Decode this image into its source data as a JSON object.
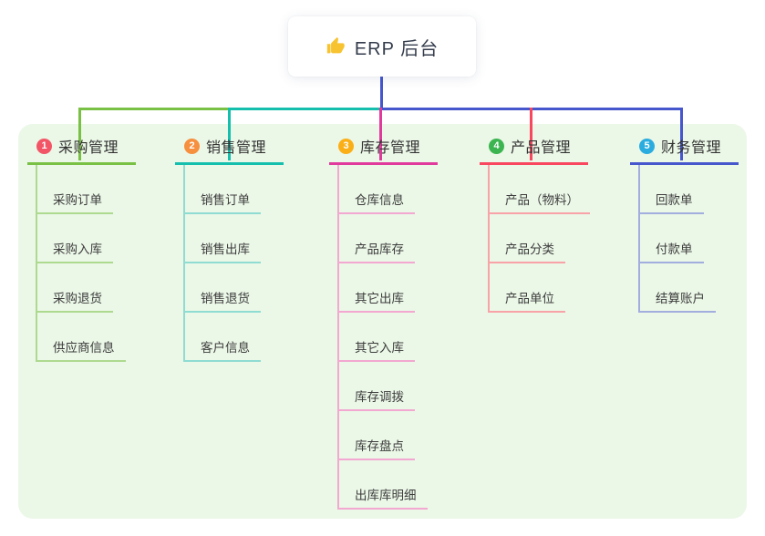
{
  "root": {
    "title": "ERP 后台",
    "icon": "thumbs-up-icon",
    "icon_color": "#f7c331"
  },
  "canvas": {
    "background": "#ffffff",
    "panel_color": "#ebf7e7"
  },
  "connector": {
    "trunk_color": "#4656cc"
  },
  "branches": [
    {
      "number": "1",
      "label": "采购管理",
      "badge_color": "#f25566",
      "line_color": "#79c144",
      "child_line_color": "#aeda90",
      "children": [
        "采购订单",
        "采购入库",
        "采购退货",
        "供应商信息"
      ]
    },
    {
      "number": "2",
      "label": "销售管理",
      "badge_color": "#f68f3e",
      "line_color": "#15bfae",
      "child_line_color": "#8fdcd2",
      "children": [
        "销售订单",
        "销售出库",
        "销售退货",
        "客户信息"
      ]
    },
    {
      "number": "3",
      "label": "库存管理",
      "badge_color": "#fbaf17",
      "line_color": "#e13a9d",
      "child_line_color": "#f2a8d0",
      "children": [
        "仓库信息",
        "产品库存",
        "其它出库",
        "其它入库",
        "库存调拨",
        "库存盘点",
        "出库库明细"
      ]
    },
    {
      "number": "4",
      "label": "产品管理",
      "badge_color": "#3cb550",
      "line_color": "#f8475f",
      "child_line_color": "#f8a3a8",
      "children": [
        "产品（物料）",
        "产品分类",
        "产品单位"
      ]
    },
    {
      "number": "5",
      "label": "财务管理",
      "badge_color": "#2bacdf",
      "line_color": "#4656cc",
      "child_line_color": "#a2aede",
      "children": [
        "回款单",
        "付款单",
        "结算账户"
      ]
    }
  ]
}
